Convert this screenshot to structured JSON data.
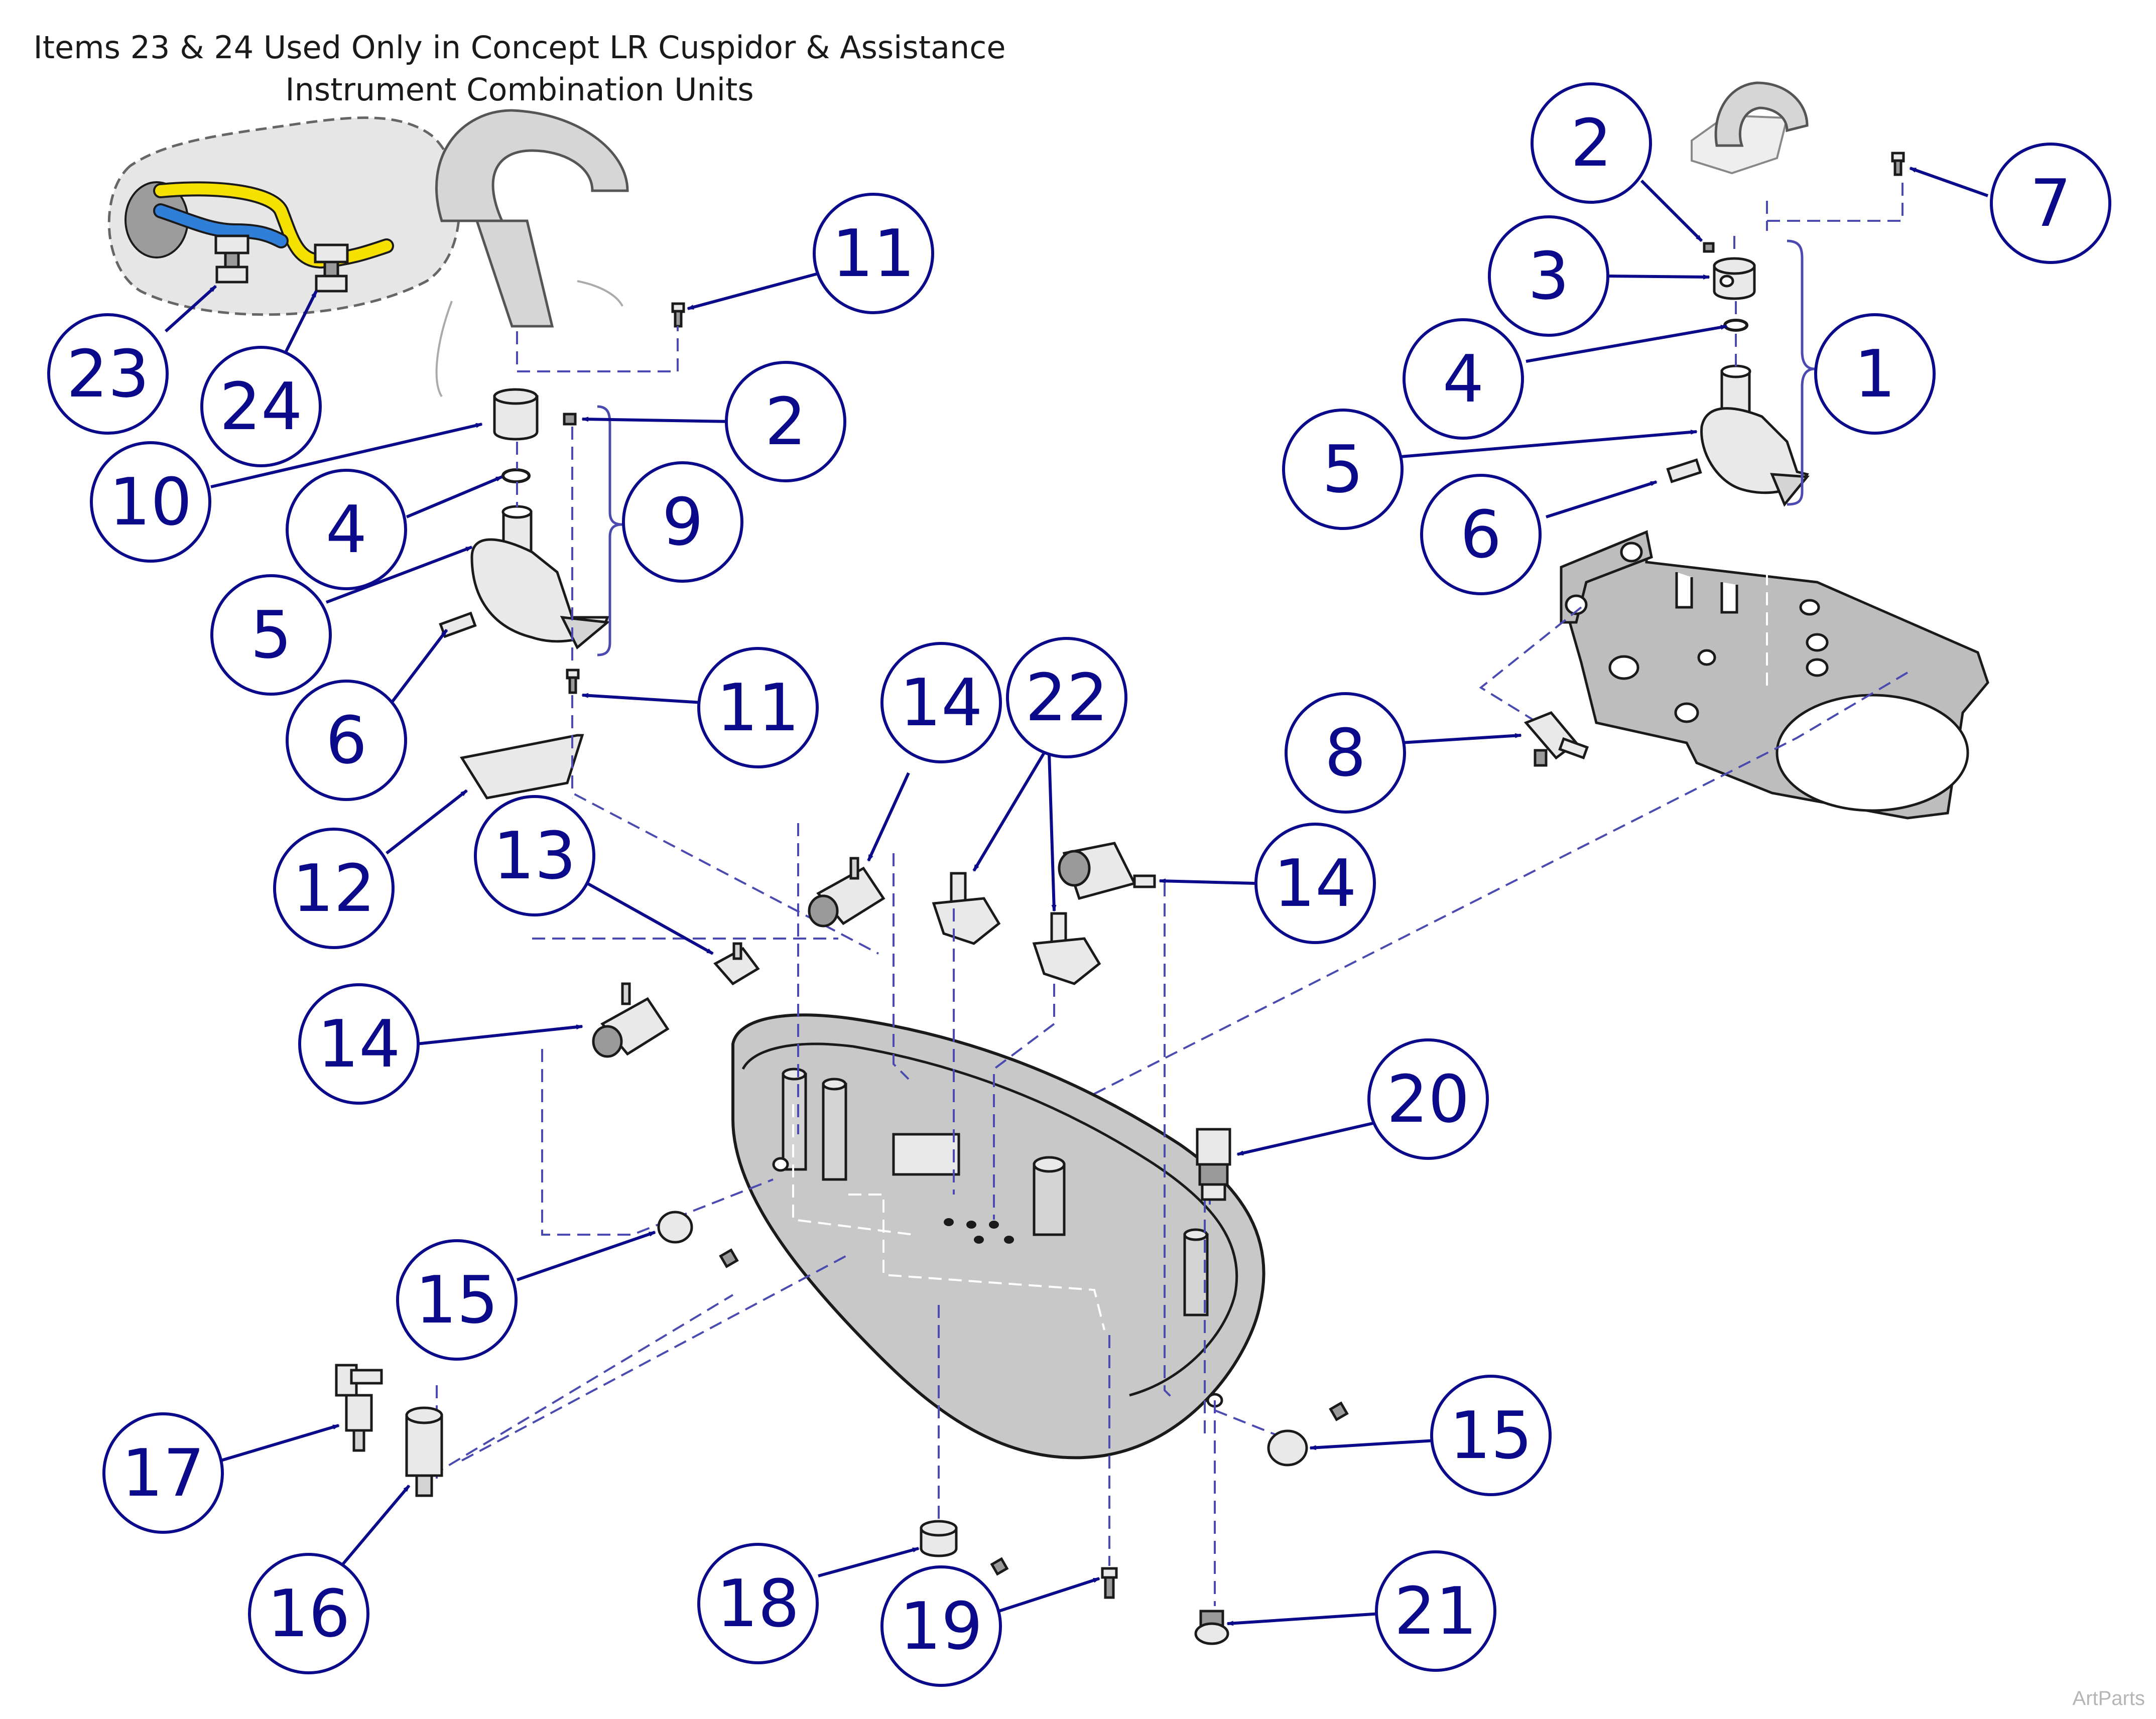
{
  "header_note": {
    "line1": "Items 23 & 24 Used Only in Concept LR Cuspidor & Assistance",
    "line2": "Instrument Combination Units"
  },
  "watermark": "ArtParts",
  "callouts": [
    {
      "id": "c23",
      "label": "23"
    },
    {
      "id": "c24",
      "label": "24"
    },
    {
      "id": "c10",
      "label": "10"
    },
    {
      "id": "c4a",
      "label": "4"
    },
    {
      "id": "c5a",
      "label": "5"
    },
    {
      "id": "c6a",
      "label": "6"
    },
    {
      "id": "c11a",
      "label": "11"
    },
    {
      "id": "c2a",
      "label": "2"
    },
    {
      "id": "c9",
      "label": "9"
    },
    {
      "id": "c11b",
      "label": "11"
    },
    {
      "id": "c12",
      "label": "12"
    },
    {
      "id": "c13",
      "label": "13"
    },
    {
      "id": "c14a",
      "label": "14"
    },
    {
      "id": "c14b",
      "label": "14"
    },
    {
      "id": "c22",
      "label": "22"
    },
    {
      "id": "c14c",
      "label": "14"
    },
    {
      "id": "c2b",
      "label": "2"
    },
    {
      "id": "c3",
      "label": "3"
    },
    {
      "id": "c4b",
      "label": "4"
    },
    {
      "id": "c5b",
      "label": "5"
    },
    {
      "id": "c6b",
      "label": "6"
    },
    {
      "id": "c7",
      "label": "7"
    },
    {
      "id": "c1",
      "label": "1"
    },
    {
      "id": "c8",
      "label": "8"
    },
    {
      "id": "c20",
      "label": "20"
    },
    {
      "id": "c15a",
      "label": "15"
    },
    {
      "id": "c15b",
      "label": "15"
    },
    {
      "id": "c17",
      "label": "17"
    },
    {
      "id": "c16",
      "label": "16"
    },
    {
      "id": "c18",
      "label": "18"
    },
    {
      "id": "c19",
      "label": "19"
    },
    {
      "id": "c21",
      "label": "21"
    }
  ],
  "colors": {
    "callout": "#0a0a8a",
    "leader": "#0a0a8a",
    "dashed_guide": "#4a4ab0",
    "tube_yellow": "#f5e000",
    "tube_blue": "#2f7fd8"
  }
}
